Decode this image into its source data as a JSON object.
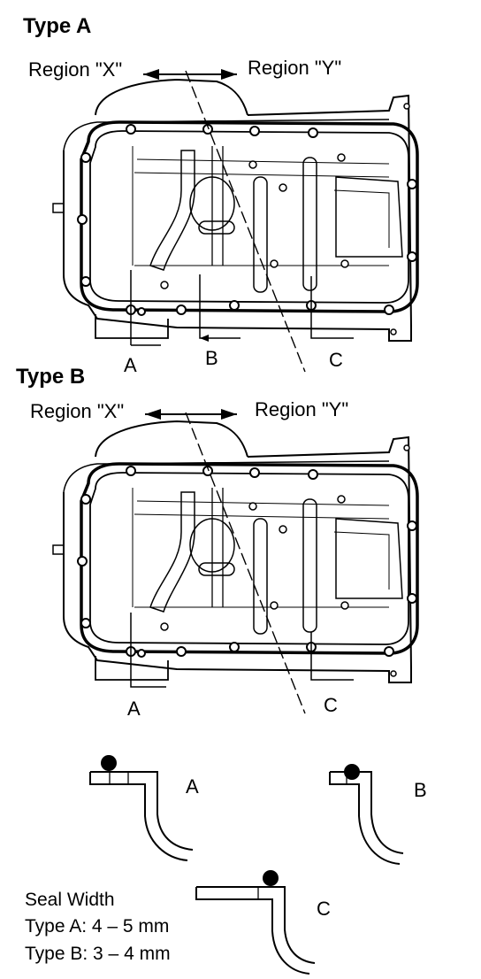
{
  "type_a": {
    "title": "Type A",
    "region_x": "Region \"X\"",
    "region_y": "Region \"Y\"",
    "labels": [
      "A",
      "B",
      "C"
    ]
  },
  "type_b": {
    "title": "Type B",
    "region_x": "Region \"X\"",
    "region_y": "Region \"Y\"",
    "labels": [
      "A",
      "C"
    ]
  },
  "profiles": [
    "A",
    "B",
    "C"
  ],
  "seal_width": {
    "heading": "Seal Width",
    "type_a": "Type A: 4 – 5 mm",
    "type_b": "Type B: 3 – 4 mm"
  },
  "colors": {
    "line": "#000000",
    "background": "#ffffff"
  }
}
